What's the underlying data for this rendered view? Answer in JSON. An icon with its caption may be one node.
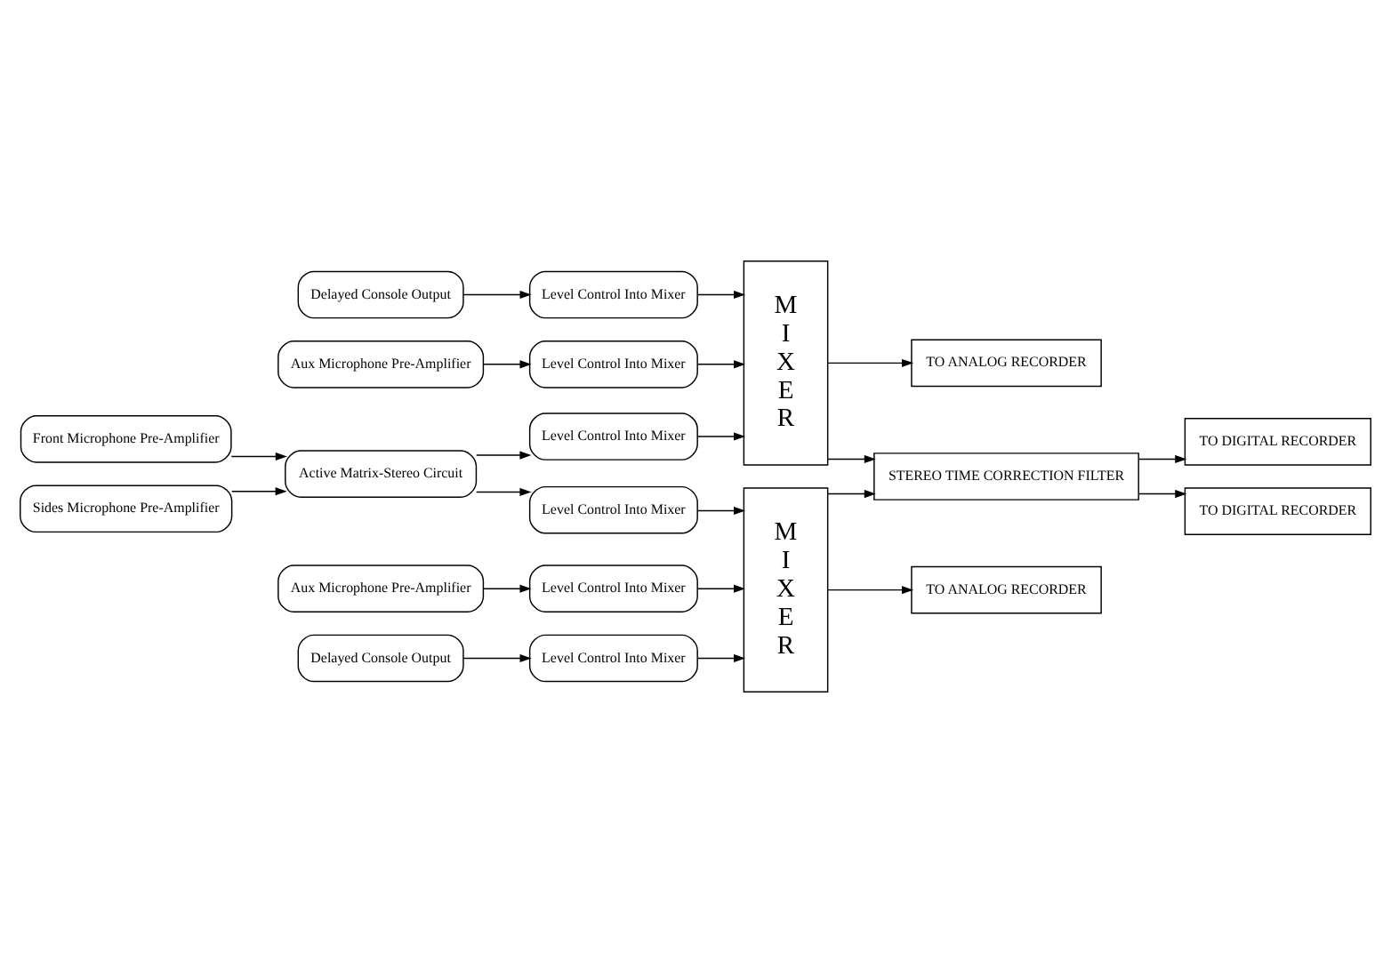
{
  "diagram": {
    "nodes": [
      {
        "text": [
          "Delayed Console Output"
        ]
      },
      {
        "text": [
          "Level Control Into Mixer"
        ]
      },
      {
        "text": [
          "M I X E R"
        ]
      },
      {
        "text": [
          "TO ANALOG RECORDER"
        ]
      },
      {
        "text": [
          "Aux Microphone Pre-Amplifier"
        ]
      },
      {
        "text": [
          "Level Control Into Mixer"
        ]
      },
      {
        "text": [
          "TO DIGITAL RECORDER"
        ]
      },
      {
        "text": [
          "Front Microphone Pre-Amplifier"
        ]
      },
      {
        "text": [
          "Active Matrix-Stereo Circuit"
        ]
      },
      {
        "text": [
          "Level Control Into Mixer"
        ]
      },
      {
        "text": [
          "STEREO TIME CORRECTION FILTER"
        ]
      },
      {
        "text": [
          "Sides Microphone Pre-Amplifier"
        ]
      },
      {
        "text": [
          "Level Control Into Mixer"
        ]
      },
      {
        "text": [
          "M I X E R"
        ]
      },
      {
        "text": [
          "TO DIGITAL RECORDER"
        ]
      },
      {
        "text": [
          "Aux Microphone Pre-Amplifier"
        ]
      },
      {
        "text": [
          "Level Control Into Mixer"
        ]
      },
      {
        "text": [
          "TO ANALOG RECORDER"
        ]
      },
      {
        "text": [
          "Delayed Console Output"
        ]
      },
      {
        "text": [
          "Level Control Into Mixer"
        ]
      }
    ],
    "edges": [
      {
        "from": 0,
        "to": 1,
        "arrow": "to"
      },
      {
        "from": 1,
        "to": 2,
        "arrow": "to"
      },
      {
        "from": 2,
        "to": 3,
        "arrow": "to"
      },
      {
        "from": 4,
        "to": 5,
        "arrow": "to"
      },
      {
        "from": 5,
        "to": 2,
        "arrow": "to"
      },
      {
        "from": 7,
        "to": 8,
        "arrow": "to"
      },
      {
        "from": 11,
        "to": 8,
        "arrow": "to"
      },
      {
        "from": 8,
        "to": 9,
        "arrow": "to"
      },
      {
        "from": 9,
        "to": 2,
        "arrow": "to"
      },
      {
        "from": 8,
        "to": 12,
        "arrow": "to"
      },
      {
        "from": 12,
        "to": 13,
        "arrow": "to"
      },
      {
        "from": 2,
        "to": 10,
        "arrow": "to"
      },
      {
        "from": 13,
        "to": 10,
        "arrow": "to"
      },
      {
        "from": 10,
        "to": 6,
        "arrow": "to"
      },
      {
        "from": 10,
        "to": 14,
        "arrow": "to"
      },
      {
        "from": 15,
        "to": 16,
        "arrow": "to"
      },
      {
        "from": 16,
        "to": 13,
        "arrow": "to"
      },
      {
        "from": 18,
        "to": 19,
        "arrow": "to"
      },
      {
        "from": 19,
        "to": 13,
        "arrow": "to"
      },
      {
        "from": 13,
        "to": 17,
        "arrow": "to"
      }
    ]
  }
}
